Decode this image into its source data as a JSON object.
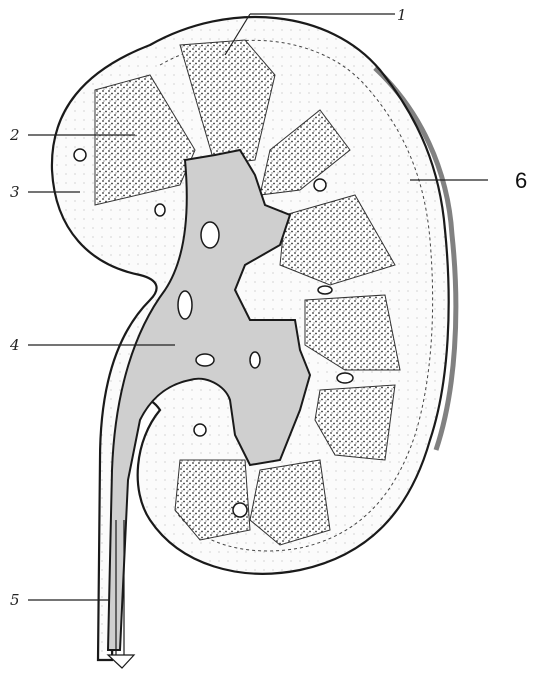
{
  "labels": [
    {
      "id": "1",
      "text": "1"
    },
    {
      "id": "2",
      "text": "2"
    },
    {
      "id": "3",
      "text": "3"
    },
    {
      "id": "4",
      "text": "4"
    },
    {
      "id": "5",
      "text": "5"
    },
    {
      "id": "6",
      "text": "6"
    }
  ],
  "colors": {
    "outline": "#1a1a1a",
    "pelvis_fill": "#cfcfcf",
    "medulla_fill": "#9a9a9a",
    "cortex_fill": "#f7f7f7"
  }
}
